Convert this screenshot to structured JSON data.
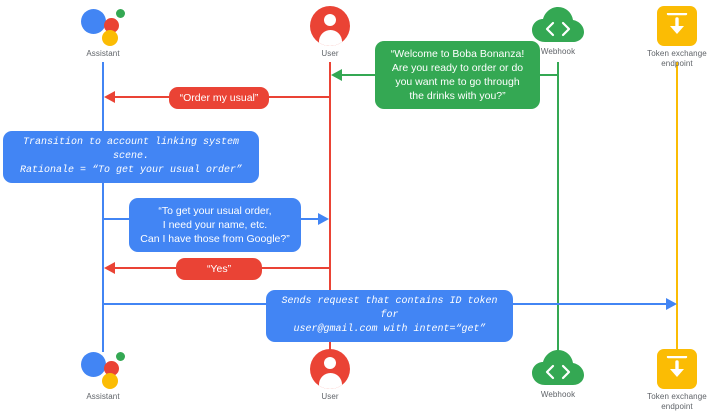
{
  "diagram": {
    "title": "Account linking sequence diagram",
    "background": "#ffffff"
  },
  "colors": {
    "assistant": "#4285F4",
    "user": "#EA4335",
    "webhook": "#34A853",
    "token": "#FBBC04",
    "label_text": "#5f6368"
  },
  "actors": [
    {
      "id": "assistant",
      "label": "Assistant",
      "icon": "google-assistant-logo",
      "color": "#4285F4"
    },
    {
      "id": "user",
      "label": "User",
      "icon": "user-avatar-icon",
      "color": "#EA4335"
    },
    {
      "id": "webhook",
      "label": "Webhook",
      "icon": "cloud-code-icon",
      "color": "#34A853"
    },
    {
      "id": "token",
      "label": "Token exchange\nendpoint",
      "icon": "download-box-icon",
      "color": "#FBBC04"
    }
  ],
  "messages": [
    {
      "id": "welcome",
      "text": "“Welcome to Boba Bonanza!\nAre you ready to order or do\nyou want me to go through\nthe drinks with you?”",
      "style": "speech",
      "color": "#34A853",
      "from": "webhook",
      "to": "user",
      "direction": "left"
    },
    {
      "id": "order-my-usual",
      "text": "“Order my usual”",
      "style": "speech",
      "color": "#EA4335",
      "from": "user",
      "to": "assistant",
      "direction": "left"
    },
    {
      "id": "transition-note",
      "text": "Transition to account linking system scene.\nRationale = “To get your usual order”",
      "style": "note",
      "color": "#4285F4",
      "from": "assistant",
      "to": "assistant",
      "direction": "none"
    },
    {
      "id": "need-name-request",
      "text": "“To get your usual order,\nI need your name, etc.\nCan I have those from Google?”",
      "style": "speech",
      "color": "#4285F4",
      "from": "assistant",
      "to": "user",
      "direction": "right"
    },
    {
      "id": "yes-reply",
      "text": "“Yes”",
      "style": "speech",
      "color": "#EA4335",
      "from": "user",
      "to": "assistant",
      "direction": "left"
    },
    {
      "id": "send-id-token",
      "text": "Sends request that contains ID token for\nuser@gmail.com with intent=“get”",
      "style": "note",
      "color": "#4285F4",
      "from": "assistant",
      "to": "token",
      "direction": "right"
    }
  ]
}
